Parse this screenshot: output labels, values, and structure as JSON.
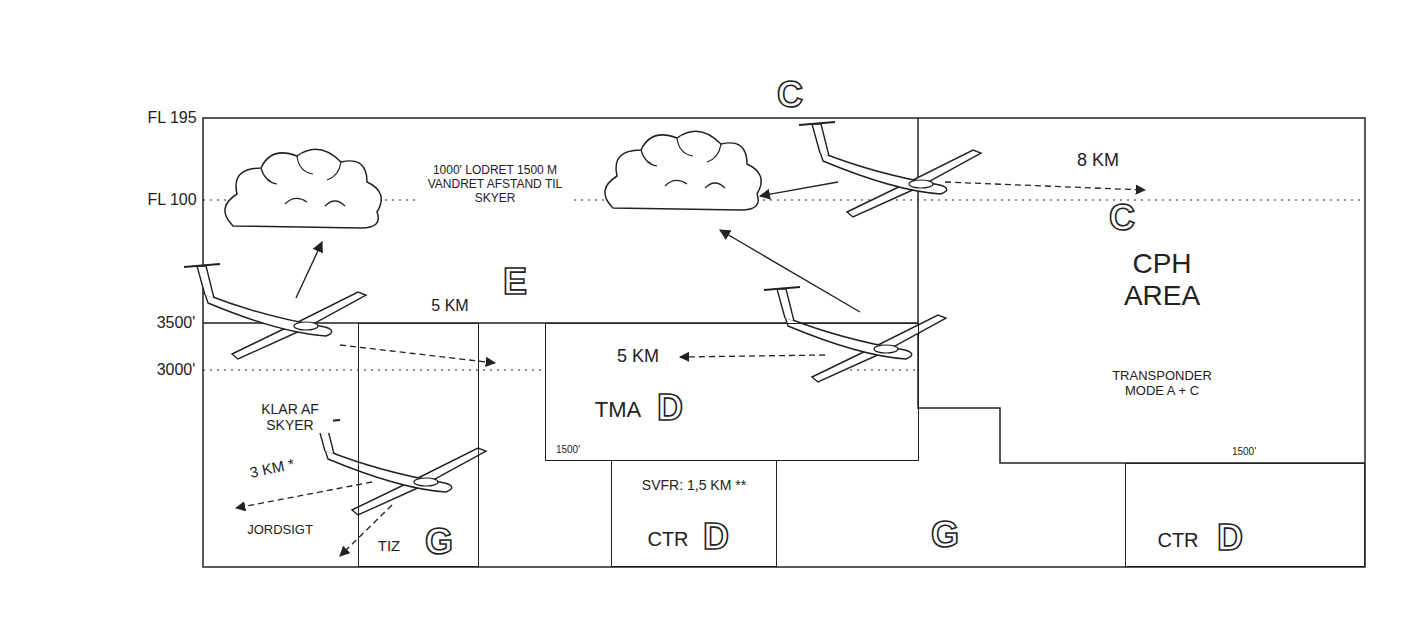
{
  "diagram": {
    "nodes": [
      {
        "text": [
          "TIZ",
          "G"
        ]
      },
      {
        "text": [
          "TMA",
          "D",
          "1500'"
        ]
      },
      {
        "text": [
          "SVFR: 1,5 KM **",
          "CTR",
          "D"
        ]
      },
      {
        "text": [
          "CTR",
          "D"
        ]
      }
    ],
    "labels": [
      "C",
      "FL 195",
      "FL 100",
      "3500'",
      "3000'",
      "1000' LODRET 1500 M VANDRET AFSTAND TIL SKYER",
      "8 KM",
      "C",
      "E",
      "5 KM",
      "5 KM",
      "CPH AREA",
      "TRANSPONDER MODE A + C",
      "1500'",
      "KLAR AF SKYER",
      "3 KM *",
      "JORDSIGT",
      "G"
    ]
  }
}
